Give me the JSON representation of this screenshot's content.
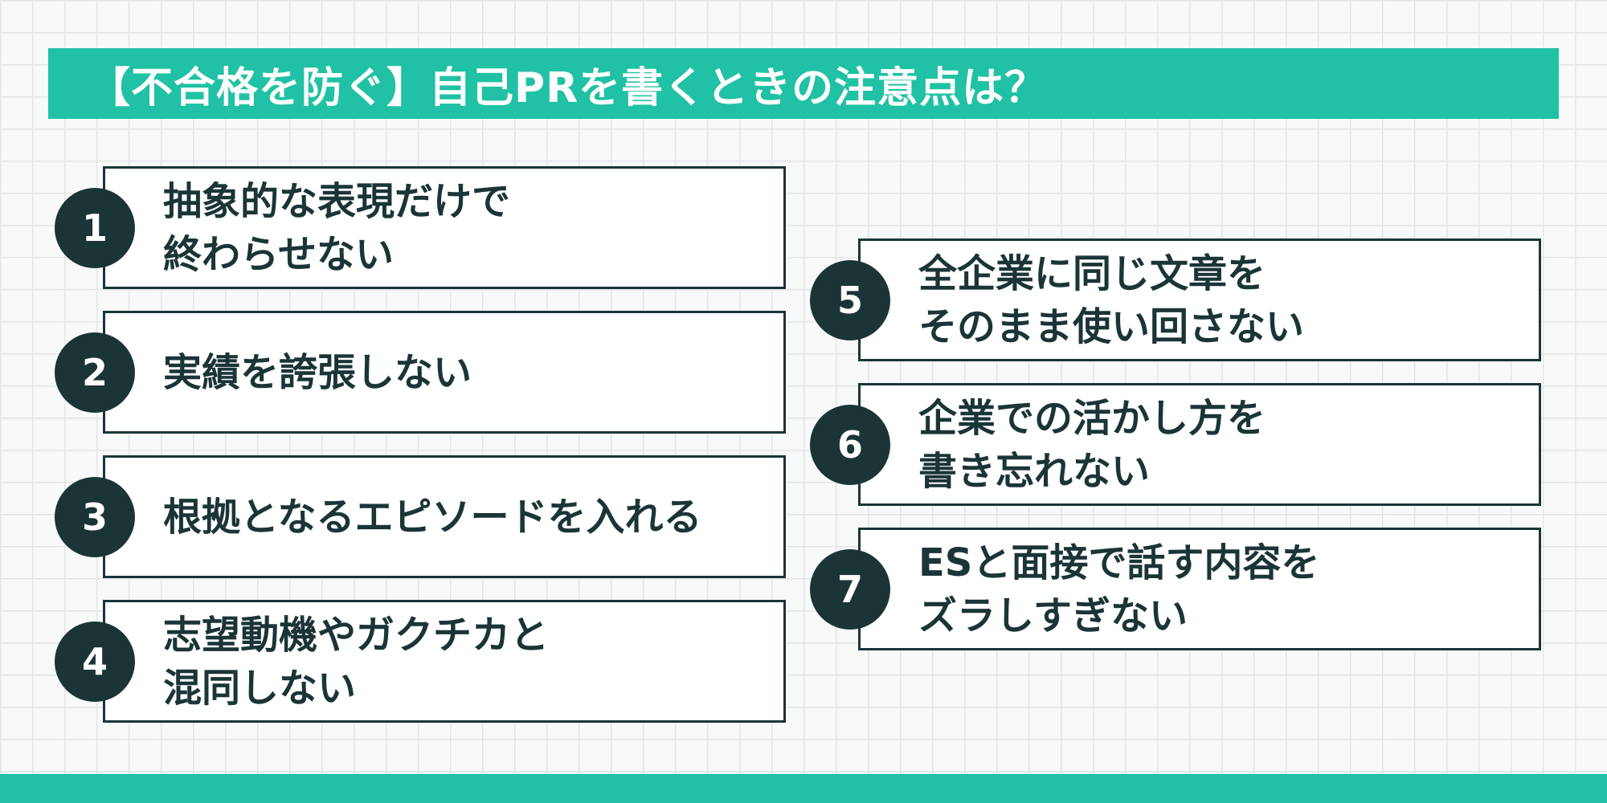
{
  "title": "【不合格を防ぐ】自己PRを書くときの注意点は？",
  "colors": {
    "accent": "#20c1a4",
    "dark": "#1b3537",
    "grid": "#e3e6e6"
  },
  "items": [
    {
      "number": "1",
      "lines": [
        "抽象的な表現だけで",
        "終わらせない"
      ]
    },
    {
      "number": "2",
      "lines": [
        "実績を誇張しない"
      ]
    },
    {
      "number": "3",
      "lines": [
        "根拠となるエピソードを入れる"
      ]
    },
    {
      "number": "4",
      "lines": [
        "志望動機やガクチカと",
        "混同しない"
      ]
    },
    {
      "number": "5",
      "lines": [
        "全企業に同じ文章を",
        "そのまま使い回さない"
      ]
    },
    {
      "number": "6",
      "lines": [
        "企業での活かし方を",
        "書き忘れない"
      ]
    },
    {
      "number": "7",
      "lines": [
        "ESと面接で話す内容を",
        "ズラしすぎない"
      ]
    }
  ]
}
